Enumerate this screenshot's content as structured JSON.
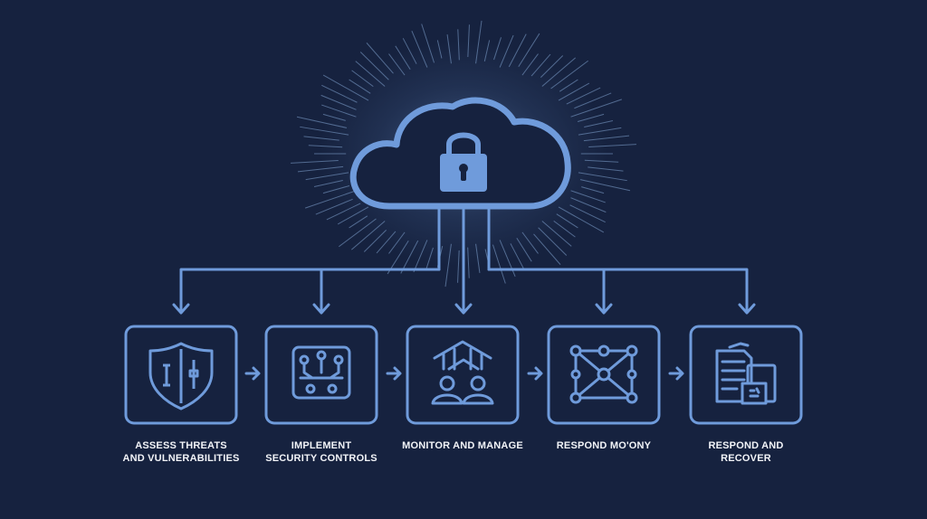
{
  "theme": {
    "background": "#16223f",
    "accent": "#6f9bdb",
    "glow": "#9cc3f5",
    "label_color": "#f2f4f8"
  },
  "hub": {
    "icons": [
      "cloud-icon",
      "padlock-icon"
    ]
  },
  "steps": [
    {
      "label": "ASSESS THREATS\nAND VULNERABILITIES",
      "icon": "shield-icon"
    },
    {
      "label": "IMPLEMENT\nSECURITY CONTROLS",
      "icon": "circuit-controls-icon"
    },
    {
      "label": "MONITOR AND MANAGE",
      "icon": "team-network-icon"
    },
    {
      "label": "RESPOND MO'ONY",
      "icon": "node-grid-icon"
    },
    {
      "label": "RESPOND AND\nRECOVER",
      "icon": "documents-icon"
    }
  ]
}
